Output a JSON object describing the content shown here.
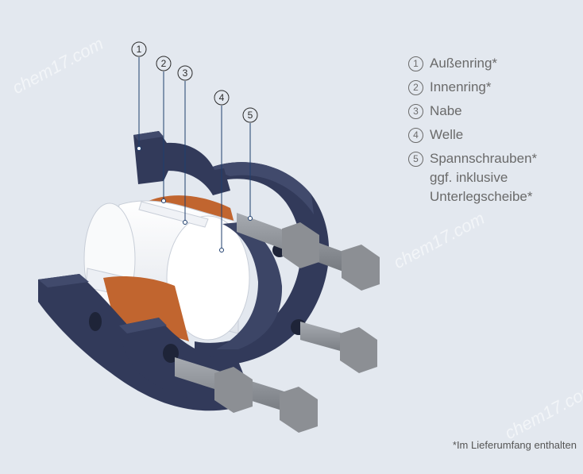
{
  "callouts": [
    "1",
    "2",
    "3",
    "4",
    "5"
  ],
  "legend": [
    {
      "num": "1",
      "lines": [
        "Außenring*"
      ]
    },
    {
      "num": "2",
      "lines": [
        "Innenring*"
      ]
    },
    {
      "num": "3",
      "lines": [
        "Nabe"
      ]
    },
    {
      "num": "4",
      "lines": [
        "Welle"
      ]
    },
    {
      "num": "5",
      "lines": [
        "Spannschrauben*",
        "ggf. inklusive",
        "Unterlegscheibe*"
      ]
    }
  ],
  "footnote": "*Im Lieferumfang enthalten",
  "watermarks": [
    "chem17.com",
    "chem17.com",
    "chem17.com"
  ],
  "colors": {
    "background": "#e3e8ef",
    "ring_dark": "#323a5a",
    "ring_face": "#414a6c",
    "copper": "#c1652f",
    "shaft": "#f7f8fa",
    "bolt": "#8c8f94",
    "leader": "#1f3f6e"
  }
}
